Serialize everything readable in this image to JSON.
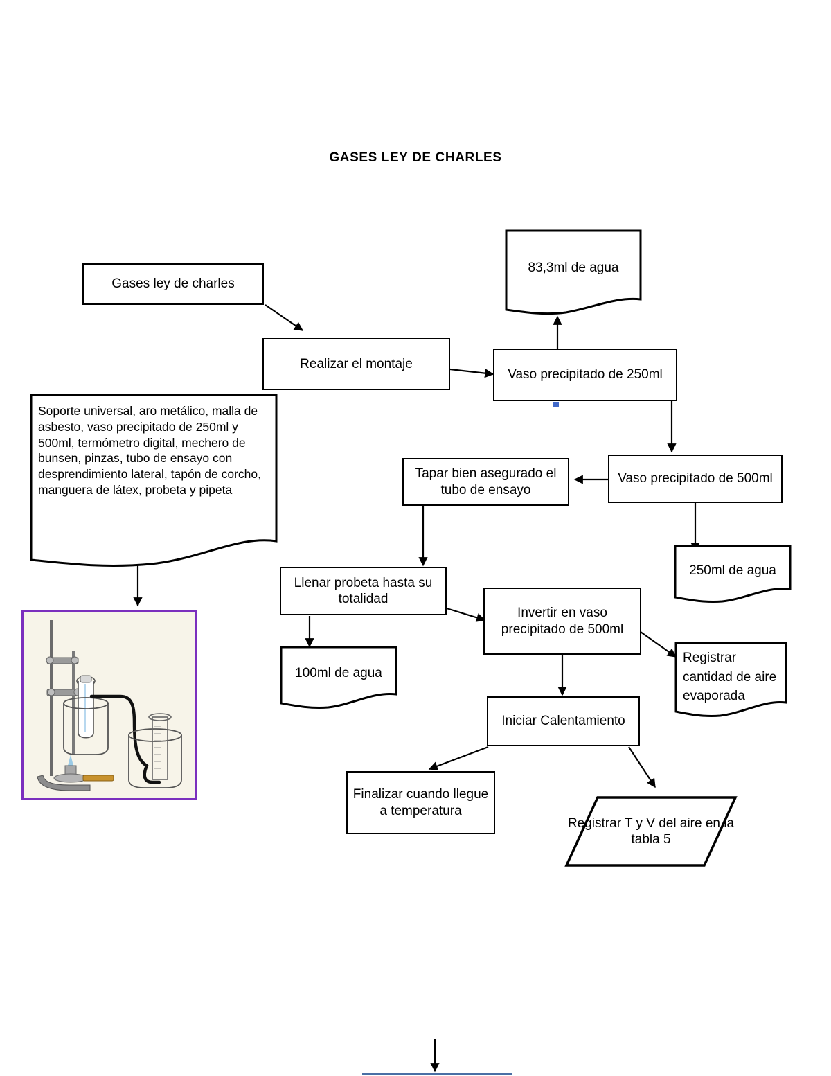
{
  "document": {
    "title": "GASES LEY DE CHARLES"
  },
  "flowchart": {
    "type": "flowchart",
    "nodes": [
      {
        "id": "start",
        "shape": "rectangle",
        "text": "Gases ley de charles"
      },
      {
        "id": "montaje",
        "shape": "rectangle",
        "text": "Realizar el montaje"
      },
      {
        "id": "materiales",
        "shape": "document",
        "text": "Soporte universal, aro metálico, malla de asbesto, vaso precipitado de 250ml y 500ml, termómetro digital, mechero de bunsen, pinzas, tubo de ensayo con desprendimiento lateral, tapón de corcho, manguera de látex, probeta y pipeta"
      },
      {
        "id": "agua833",
        "shape": "document",
        "text": "83,3ml de agua"
      },
      {
        "id": "vaso250",
        "shape": "rectangle",
        "text": "Vaso precipitado de 250ml"
      },
      {
        "id": "vaso500",
        "shape": "rectangle",
        "text": "Vaso precipitado de 500ml"
      },
      {
        "id": "tapar",
        "shape": "rectangle",
        "text": "Tapar bien asegurado el tubo de ensayo"
      },
      {
        "id": "agua250",
        "shape": "document",
        "text": "250ml de agua"
      },
      {
        "id": "probeta",
        "shape": "rectangle",
        "text": "Llenar probeta hasta su totalidad"
      },
      {
        "id": "agua100",
        "shape": "document",
        "text": "100ml de agua"
      },
      {
        "id": "invertir",
        "shape": "rectangle",
        "text": "Invertir en vaso precipitado de 500ml"
      },
      {
        "id": "registraraire",
        "shape": "document",
        "text": "Registrar cantidad de aire evaporada"
      },
      {
        "id": "calentar",
        "shape": "rectangle",
        "text": "Iniciar Calentamiento"
      },
      {
        "id": "finalizar",
        "shape": "rectangle",
        "text": "Finalizar cuando llegue a temperatura"
      },
      {
        "id": "registrartabla",
        "shape": "parallelogram",
        "text": "Registrar T y V del aire en la tabla 5"
      }
    ],
    "edges": [
      {
        "from": "start",
        "to": "montaje"
      },
      {
        "from": "montaje",
        "to": "vaso250"
      },
      {
        "from": "vaso250",
        "to": "agua833"
      },
      {
        "from": "vaso250",
        "to": "vaso500"
      },
      {
        "from": "vaso500",
        "to": "tapar"
      },
      {
        "from": "vaso500",
        "to": "agua250"
      },
      {
        "from": "materiales",
        "to": "apparatus-figure"
      },
      {
        "from": "tapar",
        "to": "probeta"
      },
      {
        "from": "probeta",
        "to": "agua100"
      },
      {
        "from": "probeta",
        "to": "invertir"
      },
      {
        "from": "invertir",
        "to": "registraraire"
      },
      {
        "from": "invertir",
        "to": "calentar"
      },
      {
        "from": "calentar",
        "to": "finalizar"
      },
      {
        "from": "calentar",
        "to": "registrartabla"
      }
    ]
  },
  "figure": {
    "caption": "apparatus-illustration",
    "border_color": "#7b2fbe",
    "background_color": "#f7f4e9"
  },
  "footer": {
    "rule_color": "#4a6fa5"
  }
}
